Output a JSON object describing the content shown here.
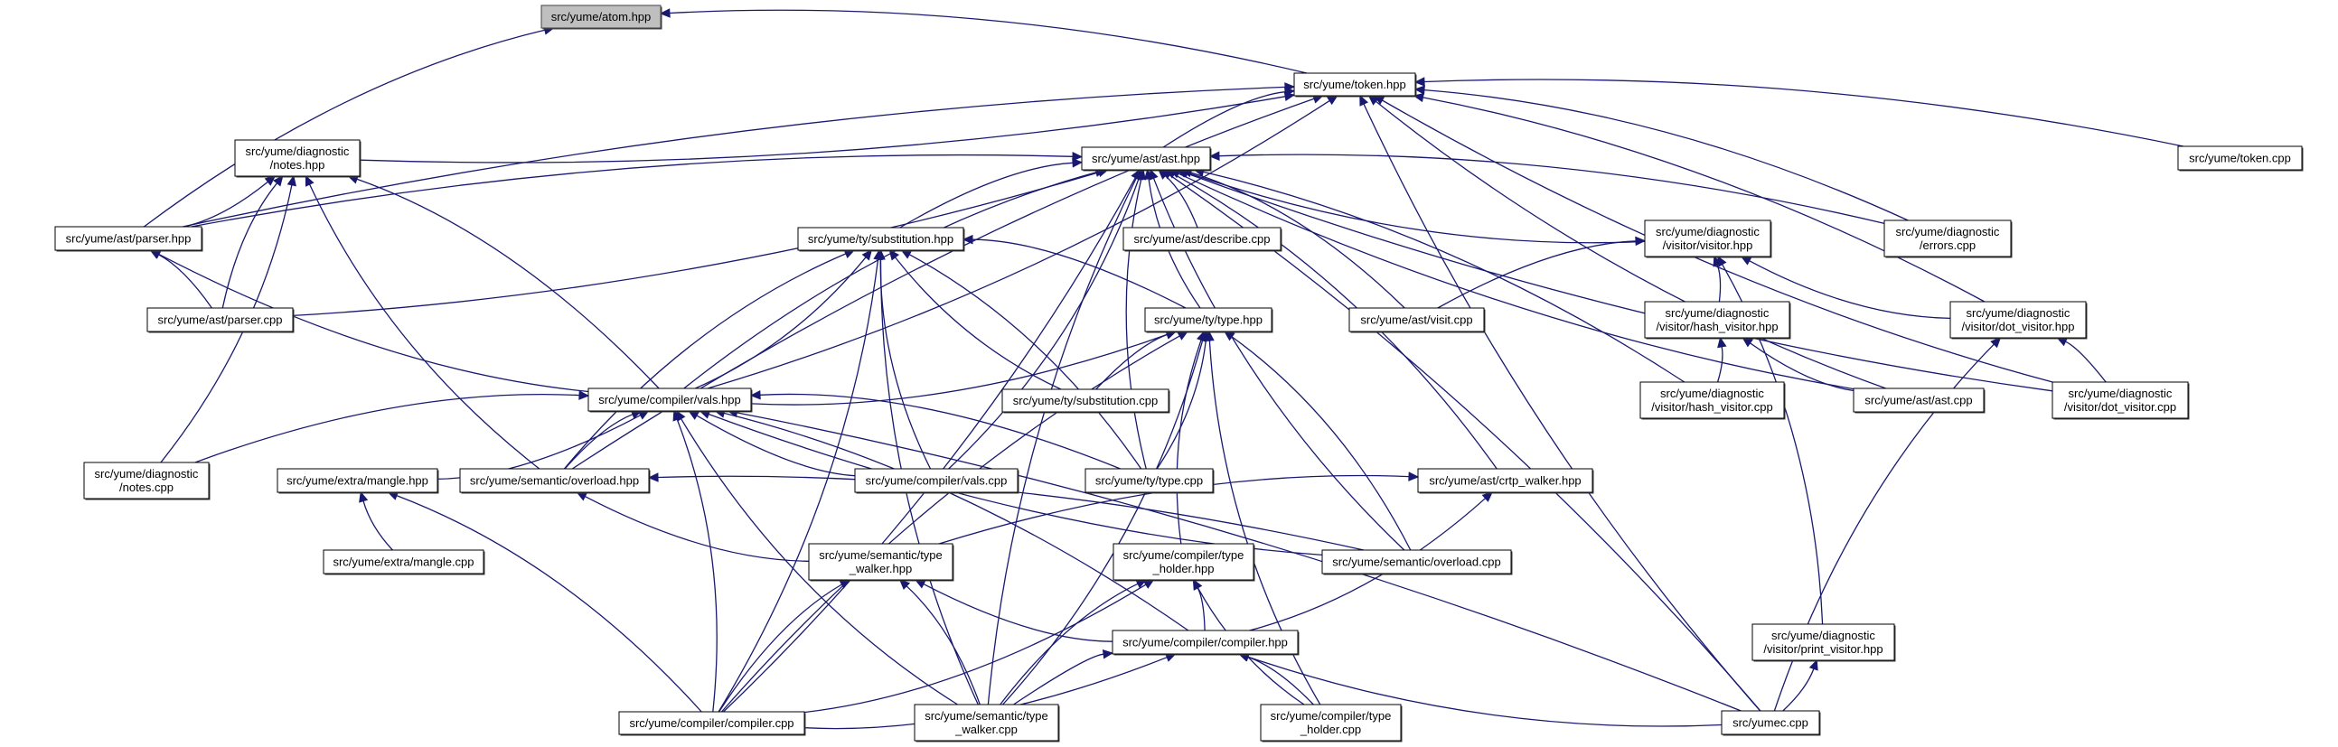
{
  "diagram": {
    "type": "include-dependency-graph",
    "edge_color": "#191970",
    "root_fill": "#bfbfbf",
    "node_fill": "#ffffff",
    "nodes": [
      {
        "id": "atom_hpp",
        "lines": [
          "src/yume/atom.hpp"
        ],
        "root": true
      },
      {
        "id": "token_hpp",
        "lines": [
          "src/yume/token.hpp"
        ]
      },
      {
        "id": "token_cpp",
        "lines": [
          "src/yume/token.cpp"
        ]
      },
      {
        "id": "notes_hpp",
        "lines": [
          "src/yume/diagnostic",
          "/notes.hpp"
        ]
      },
      {
        "id": "ast_hpp",
        "lines": [
          "src/yume/ast/ast.hpp"
        ]
      },
      {
        "id": "parser_hpp",
        "lines": [
          "src/yume/ast/parser.hpp"
        ]
      },
      {
        "id": "substitution_hpp",
        "lines": [
          "src/yume/ty/substitution.hpp"
        ]
      },
      {
        "id": "describe_cpp",
        "lines": [
          "src/yume/ast/describe.cpp"
        ]
      },
      {
        "id": "visitor_hpp",
        "lines": [
          "src/yume/diagnostic",
          "/visitor/visitor.hpp"
        ]
      },
      {
        "id": "errors_cpp",
        "lines": [
          "src/yume/diagnostic",
          "/errors.cpp"
        ]
      },
      {
        "id": "parser_cpp",
        "lines": [
          "src/yume/ast/parser.cpp"
        ]
      },
      {
        "id": "type_hpp",
        "lines": [
          "src/yume/ty/type.hpp"
        ]
      },
      {
        "id": "visit_cpp",
        "lines": [
          "src/yume/ast/visit.cpp"
        ]
      },
      {
        "id": "hash_visitor_hpp",
        "lines": [
          "src/yume/diagnostic",
          "/visitor/hash_visitor.hpp"
        ]
      },
      {
        "id": "dot_visitor_hpp",
        "lines": [
          "src/yume/diagnostic",
          "/visitor/dot_visitor.hpp"
        ]
      },
      {
        "id": "vals_hpp",
        "lines": [
          "src/yume/compiler/vals.hpp"
        ]
      },
      {
        "id": "substitution_cpp",
        "lines": [
          "src/yume/ty/substitution.cpp"
        ]
      },
      {
        "id": "hash_visitor_cpp",
        "lines": [
          "src/yume/diagnostic",
          "/visitor/hash_visitor.cpp"
        ]
      },
      {
        "id": "ast_cpp",
        "lines": [
          "src/yume/ast/ast.cpp"
        ]
      },
      {
        "id": "dot_visitor_cpp",
        "lines": [
          "src/yume/diagnostic",
          "/visitor/dot_visitor.cpp"
        ]
      },
      {
        "id": "notes_cpp",
        "lines": [
          "src/yume/diagnostic",
          "/notes.cpp"
        ]
      },
      {
        "id": "mangle_hpp",
        "lines": [
          "src/yume/extra/mangle.hpp"
        ]
      },
      {
        "id": "overload_hpp",
        "lines": [
          "src/yume/semantic/overload.hpp"
        ]
      },
      {
        "id": "vals_cpp",
        "lines": [
          "src/yume/compiler/vals.cpp"
        ]
      },
      {
        "id": "type_cpp",
        "lines": [
          "src/yume/ty/type.cpp"
        ]
      },
      {
        "id": "crtp_walker_hpp",
        "lines": [
          "src/yume/ast/crtp_walker.hpp"
        ]
      },
      {
        "id": "type_walker_hpp",
        "lines": [
          "src/yume/semantic/type",
          "_walker.hpp"
        ]
      },
      {
        "id": "type_holder_hpp",
        "lines": [
          "src/yume/compiler/type",
          "_holder.hpp"
        ]
      },
      {
        "id": "overload_cpp",
        "lines": [
          "src/yume/semantic/overload.cpp"
        ]
      },
      {
        "id": "mangle_cpp",
        "lines": [
          "src/yume/extra/mangle.cpp"
        ]
      },
      {
        "id": "print_visitor_hpp",
        "lines": [
          "src/yume/diagnostic",
          "/visitor/print_visitor.hpp"
        ]
      },
      {
        "id": "compiler_hpp",
        "lines": [
          "src/yume/compiler/compiler.hpp"
        ]
      },
      {
        "id": "compiler_cpp",
        "lines": [
          "src/yume/compiler/compiler.cpp"
        ]
      },
      {
        "id": "type_walker_cpp",
        "lines": [
          "src/yume/semantic/type",
          "_walker.cpp"
        ]
      },
      {
        "id": "type_holder_cpp",
        "lines": [
          "src/yume/compiler/type",
          "_holder.cpp"
        ]
      },
      {
        "id": "yumec_cpp",
        "lines": [
          "src/yumec.cpp"
        ]
      }
    ],
    "edges": [
      [
        "parser_hpp",
        "atom_hpp"
      ],
      [
        "token_hpp",
        "atom_hpp"
      ],
      [
        "parser_hpp",
        "token_hpp"
      ],
      [
        "notes_hpp",
        "token_hpp"
      ],
      [
        "ast_hpp",
        "token_hpp"
      ],
      [
        "vals_hpp",
        "token_hpp"
      ],
      [
        "overload_hpp",
        "token_hpp"
      ],
      [
        "errors_cpp",
        "token_hpp"
      ],
      [
        "ast_cpp",
        "token_hpp"
      ],
      [
        "dot_visitor_hpp",
        "token_hpp"
      ],
      [
        "dot_visitor_cpp",
        "token_hpp"
      ],
      [
        "token_cpp",
        "token_hpp"
      ],
      [
        "yumec_cpp",
        "token_hpp"
      ],
      [
        "parser_hpp",
        "notes_hpp"
      ],
      [
        "parser_cpp",
        "notes_hpp"
      ],
      [
        "notes_cpp",
        "notes_hpp"
      ],
      [
        "overload_hpp",
        "notes_hpp"
      ],
      [
        "vals_hpp",
        "notes_hpp"
      ],
      [
        "parser_hpp",
        "ast_hpp"
      ],
      [
        "parser_cpp",
        "ast_hpp"
      ],
      [
        "substitution_hpp",
        "ast_hpp"
      ],
      [
        "describe_cpp",
        "ast_hpp"
      ],
      [
        "type_hpp",
        "ast_hpp"
      ],
      [
        "visit_cpp",
        "ast_hpp"
      ],
      [
        "visitor_hpp",
        "ast_hpp"
      ],
      [
        "errors_cpp",
        "ast_hpp"
      ],
      [
        "ast_cpp",
        "ast_hpp"
      ],
      [
        "hash_visitor_cpp",
        "ast_hpp"
      ],
      [
        "dot_visitor_cpp",
        "ast_hpp"
      ],
      [
        "crtp_walker_hpp",
        "ast_hpp"
      ],
      [
        "overload_cpp",
        "ast_hpp"
      ],
      [
        "yumec_cpp",
        "ast_hpp"
      ],
      [
        "vals_hpp",
        "ast_hpp"
      ],
      [
        "vals_cpp",
        "ast_hpp"
      ],
      [
        "type_cpp",
        "ast_hpp"
      ],
      [
        "compiler_cpp",
        "ast_hpp"
      ],
      [
        "type_walker_cpp",
        "ast_hpp"
      ],
      [
        "parser_cpp",
        "parser_hpp"
      ],
      [
        "vals_hpp",
        "parser_hpp"
      ],
      [
        "vals_hpp",
        "substitution_hpp"
      ],
      [
        "overload_hpp",
        "substitution_hpp"
      ],
      [
        "compiler_cpp",
        "substitution_hpp"
      ],
      [
        "vals_cpp",
        "substitution_hpp"
      ],
      [
        "type_cpp",
        "substitution_hpp"
      ],
      [
        "substitution_cpp",
        "substitution_hpp"
      ],
      [
        "type_hpp",
        "substitution_hpp"
      ],
      [
        "type_walker_cpp",
        "substitution_hpp"
      ],
      [
        "vals_hpp",
        "type_hpp"
      ],
      [
        "substitution_cpp",
        "type_hpp"
      ],
      [
        "type_cpp",
        "type_hpp"
      ],
      [
        "type_holder_hpp",
        "type_hpp"
      ],
      [
        "overload_cpp",
        "type_hpp"
      ],
      [
        "compiler_cpp",
        "type_hpp"
      ],
      [
        "type_walker_cpp",
        "type_hpp"
      ],
      [
        "type_holder_cpp",
        "type_hpp"
      ],
      [
        "hash_visitor_hpp",
        "visitor_hpp"
      ],
      [
        "dot_visitor_hpp",
        "visitor_hpp"
      ],
      [
        "print_visitor_hpp",
        "visitor_hpp"
      ],
      [
        "visit_cpp",
        "visitor_hpp"
      ],
      [
        "hash_visitor_cpp",
        "hash_visitor_hpp"
      ],
      [
        "ast_cpp",
        "hash_visitor_hpp"
      ],
      [
        "dot_visitor_cpp",
        "dot_visitor_hpp"
      ],
      [
        "yumec_cpp",
        "dot_visitor_hpp"
      ],
      [
        "yumec_cpp",
        "print_visitor_hpp"
      ],
      [
        "notes_cpp",
        "vals_hpp"
      ],
      [
        "mangle_hpp",
        "vals_hpp"
      ],
      [
        "overload_hpp",
        "vals_hpp"
      ],
      [
        "compiler_cpp",
        "vals_hpp"
      ],
      [
        "vals_cpp",
        "vals_hpp"
      ],
      [
        "type_cpp",
        "vals_hpp"
      ],
      [
        "type_walker_cpp",
        "vals_hpp"
      ],
      [
        "compiler_hpp",
        "vals_hpp"
      ],
      [
        "overload_cpp",
        "vals_hpp"
      ],
      [
        "yumec_cpp",
        "vals_hpp"
      ],
      [
        "mangle_cpp",
        "mangle_hpp"
      ],
      [
        "compiler_cpp",
        "mangle_hpp"
      ],
      [
        "type_walker_hpp",
        "overload_hpp"
      ],
      [
        "overload_cpp",
        "overload_hpp"
      ],
      [
        "type_walker_hpp",
        "crtp_walker_hpp"
      ],
      [
        "compiler_hpp",
        "crtp_walker_hpp"
      ],
      [
        "compiler_cpp",
        "type_walker_hpp"
      ],
      [
        "type_walker_cpp",
        "type_walker_hpp"
      ],
      [
        "compiler_hpp",
        "type_walker_hpp"
      ],
      [
        "compiler_cpp",
        "type_holder_hpp"
      ],
      [
        "type_walker_cpp",
        "type_holder_hpp"
      ],
      [
        "compiler_hpp",
        "type_holder_hpp"
      ],
      [
        "type_holder_cpp",
        "type_holder_hpp"
      ],
      [
        "compiler_cpp",
        "compiler_hpp"
      ],
      [
        "type_walker_cpp",
        "compiler_hpp"
      ],
      [
        "type_holder_cpp",
        "compiler_hpp"
      ],
      [
        "yumec_cpp",
        "compiler_hpp"
      ]
    ]
  }
}
